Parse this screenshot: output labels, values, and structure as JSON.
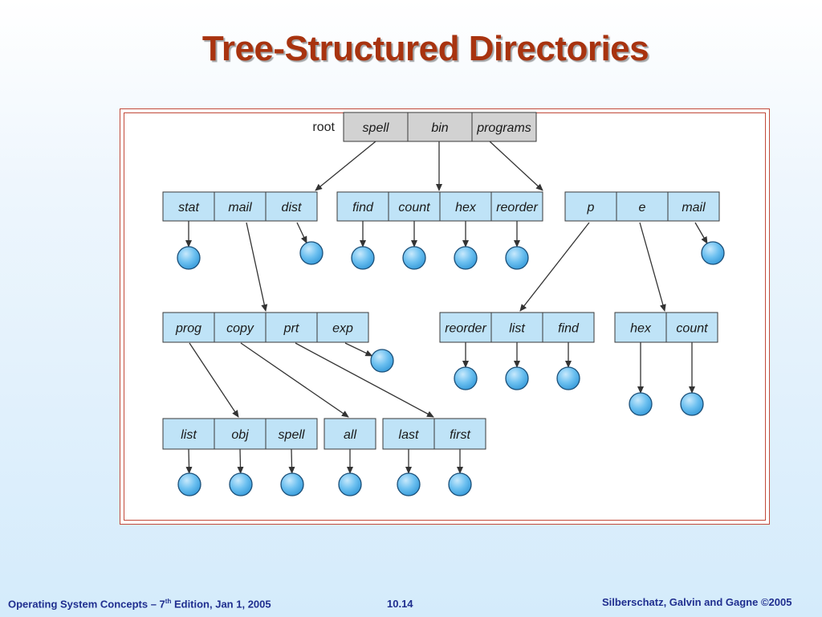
{
  "title": "Tree-Structured Directories",
  "diagram": {
    "root_label": "root",
    "nodes": [
      {
        "id": "root",
        "cells": [
          "spell",
          "bin",
          "programs"
        ],
        "fill": "#d2d2d2"
      },
      {
        "id": "d1",
        "cells": [
          "stat",
          "mail",
          "dist"
        ],
        "fill": "#bfe3f7"
      },
      {
        "id": "d2",
        "cells": [
          "find",
          "count",
          "hex",
          "reorder"
        ],
        "fill": "#bfe3f7"
      },
      {
        "id": "d3",
        "cells": [
          "p",
          "e",
          "mail"
        ],
        "fill": "#bfe3f7"
      },
      {
        "id": "d4",
        "cells": [
          "prog",
          "copy",
          "prt",
          "exp"
        ],
        "fill": "#bfe3f7"
      },
      {
        "id": "d5",
        "cells": [
          "reorder",
          "list",
          "find"
        ],
        "fill": "#bfe3f7"
      },
      {
        "id": "d6",
        "cells": [
          "hex",
          "count"
        ],
        "fill": "#bfe3f7"
      },
      {
        "id": "d7",
        "cells": [
          "list",
          "obj",
          "spell"
        ],
        "fill": "#bfe3f7"
      },
      {
        "id": "d8",
        "cells": [
          "all"
        ],
        "fill": "#bfe3f7"
      },
      {
        "id": "d9",
        "cells": [
          "last",
          "first"
        ],
        "fill": "#bfe3f7"
      }
    ],
    "edges": [
      {
        "from": "root.spell",
        "to": "d1"
      },
      {
        "from": "root.bin",
        "to": "d2"
      },
      {
        "from": "root.programs",
        "to": "d3"
      },
      {
        "from": "d1.stat",
        "to": "file"
      },
      {
        "from": "d1.mail",
        "to": "d4"
      },
      {
        "from": "d1.dist",
        "to": "file"
      },
      {
        "from": "d2.find",
        "to": "file"
      },
      {
        "from": "d2.count",
        "to": "file"
      },
      {
        "from": "d2.hex",
        "to": "file"
      },
      {
        "from": "d2.reorder",
        "to": "file"
      },
      {
        "from": "d3.p",
        "to": "d5"
      },
      {
        "from": "d3.e",
        "to": "d6"
      },
      {
        "from": "d3.mail",
        "to": "file"
      },
      {
        "from": "d4.prog",
        "to": "d7"
      },
      {
        "from": "d4.copy",
        "to": "d8"
      },
      {
        "from": "d4.prt",
        "to": "d9"
      },
      {
        "from": "d4.exp",
        "to": "file"
      },
      {
        "from": "d5.reorder",
        "to": "file"
      },
      {
        "from": "d5.list",
        "to": "file"
      },
      {
        "from": "d5.find",
        "to": "file"
      },
      {
        "from": "d6.hex",
        "to": "file"
      },
      {
        "from": "d6.count",
        "to": "file"
      },
      {
        "from": "d7.list",
        "to": "file"
      },
      {
        "from": "d7.obj",
        "to": "file"
      },
      {
        "from": "d7.spell",
        "to": "file"
      },
      {
        "from": "d8.all",
        "to": "file"
      },
      {
        "from": "d9.last",
        "to": "file"
      },
      {
        "from": "d9.first",
        "to": "file"
      }
    ],
    "colors": {
      "directory_fill": "#bfe3f7",
      "root_fill": "#d2d2d2",
      "file_fill": "#58b4ec",
      "frame": "#c24a3a"
    }
  },
  "footer": {
    "left_prefix": "Operating System Concepts – 7",
    "left_sup": "th",
    "left_suffix": " Edition, Jan 1, 2005",
    "center": "10.14",
    "right": "Silberschatz, Galvin and Gagne ©2005"
  }
}
